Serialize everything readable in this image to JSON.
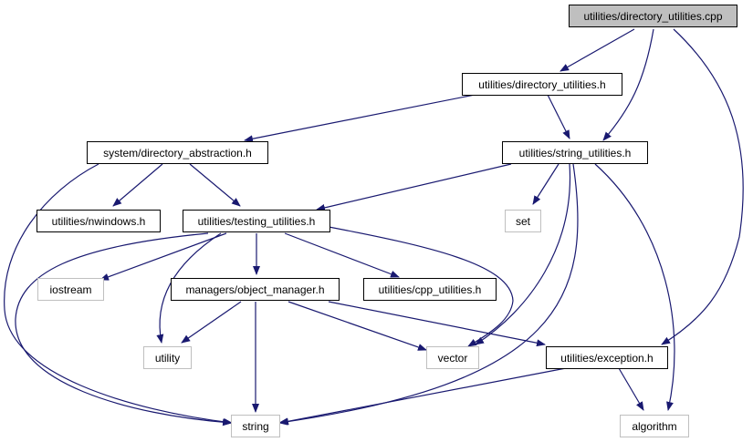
{
  "colors": {
    "edge": "#191970",
    "root_fill": "#bfbfbf",
    "documented_border": "#000000",
    "external_border": "#bfbfbf"
  },
  "nodes": {
    "directory_utilities_cpp": "utilities/directory_utilities.cpp",
    "directory_utilities_h": "utilities/directory_utilities.h",
    "directory_abstraction_h": "system/directory_abstraction.h",
    "string_utilities_h": "utilities/string_utilities.h",
    "nwindows_h": "utilities/nwindows.h",
    "testing_utilities_h": "utilities/testing_utilities.h",
    "set": "set",
    "iostream": "iostream",
    "object_manager_h": "managers/object_manager.h",
    "cpp_utilities_h": "utilities/cpp_utilities.h",
    "utility": "utility",
    "vector": "vector",
    "exception_h": "utilities/exception.h",
    "string": "string",
    "algorithm": "algorithm"
  }
}
